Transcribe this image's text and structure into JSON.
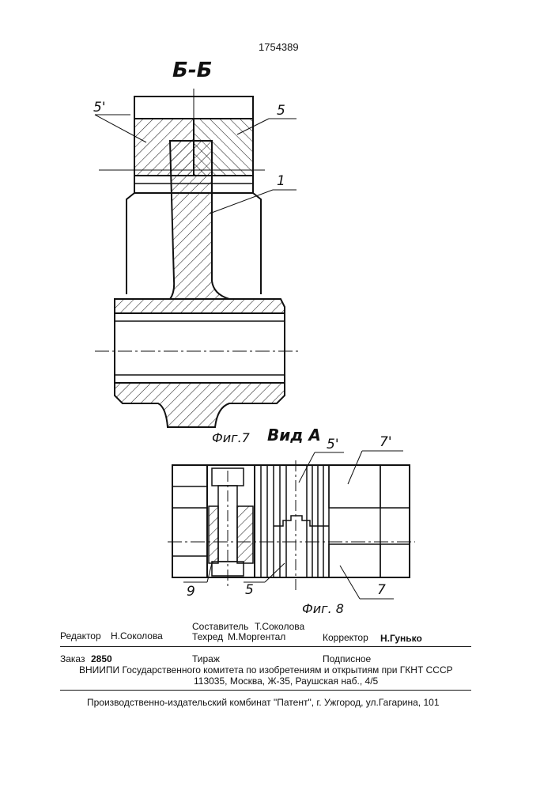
{
  "patent_number": "1754389",
  "figure7": {
    "section_label": "Б-Б",
    "caption": "Фиг.7",
    "labels": {
      "part5_prime": "5'",
      "part5": "5",
      "part1": "1"
    }
  },
  "figure8": {
    "view_label": "Вид А",
    "caption": "Фиг. 8",
    "labels": {
      "part5_prime": "5'",
      "part7_prime": "7'",
      "part9": "9",
      "part5": "5",
      "part7": "7"
    }
  },
  "colophon": {
    "compiler_label": "Составитель",
    "compiler_name": "Т.Соколова",
    "editor_label": "Редактор",
    "editor_name": "Н.Соколова",
    "techred_label": "Техред",
    "techred_name": "М.Моргентал",
    "corrector_label": "Корректор",
    "corrector_name": "Н.Гунько",
    "order_label": "Заказ",
    "order_number": "2850",
    "circulation_label": "Тираж",
    "subscription_label": "Подписное",
    "institute": "ВНИИПИ Государственного комитета по изобретениям и открытиям при ГКНТ СССР",
    "address": "113035, Москва, Ж-35, Раушская наб., 4/5",
    "publisher": "Производственно-издательский комбинат \"Патент\", г. Ужгород, ул.Гагарина, 101"
  }
}
